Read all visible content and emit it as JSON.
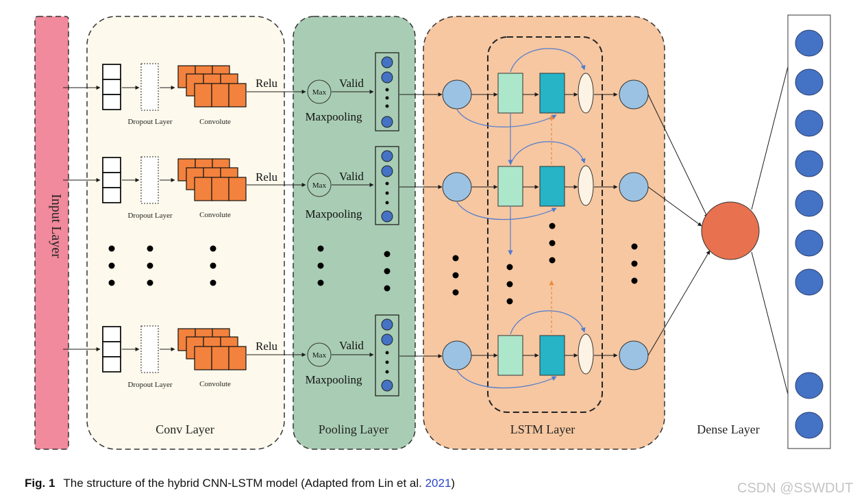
{
  "sections": {
    "input": "Input Layer",
    "conv": "Conv Layer",
    "pool": "Pooling Layer",
    "lstm": "LSTM Layer",
    "dense": "Dense Layer"
  },
  "labels": {
    "dropout": "Dropout Layer",
    "convolute": "Convolute",
    "relu": "Relu",
    "max": "Max",
    "valid": "Valid",
    "maxpooling": "Maxpooling"
  },
  "caption": {
    "fig": "Fig. 1",
    "text": "The structure of the hybrid CNN-LSTM model  (Adapted from Lin et al.",
    "year": "2021",
    "close": ")"
  },
  "watermark": "CSDN @SSWDUT",
  "colors": {
    "input_fill": "#f08a9c",
    "conv_fill": "#fdf9ec",
    "pool_fill": "#a9cdb4",
    "lstm_fill": "#f6c7a1",
    "conv_block": "#f2823d",
    "node_blue": "#9bc2e2",
    "node_dark_blue": "#4472c4",
    "gate_light": "#ace6cb",
    "gate_teal": "#26b4c6",
    "cell_oval": "#fcf3e4",
    "dense_node": "#e8714f",
    "arrow_blue": "#4f7bd0",
    "arrow_orange": "#ef8a3a"
  }
}
